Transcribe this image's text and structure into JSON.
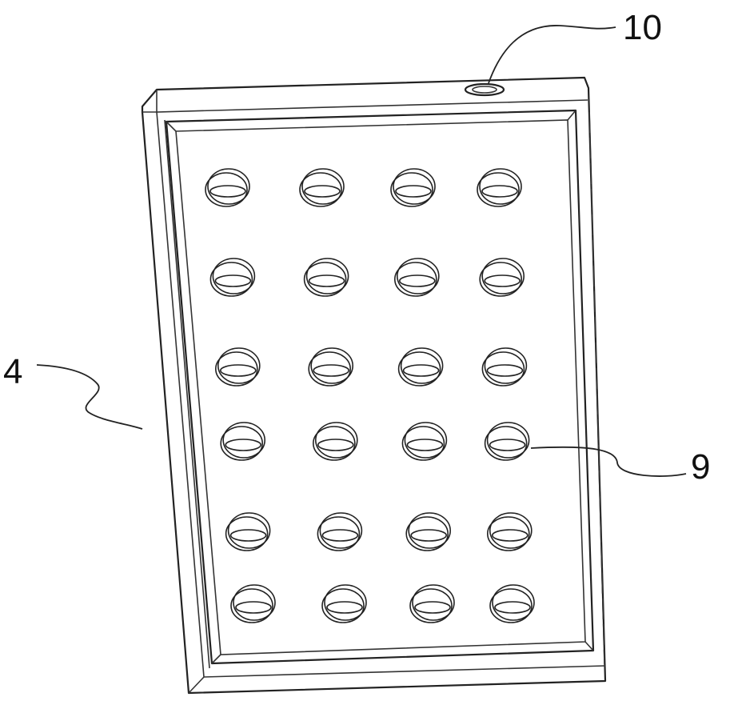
{
  "labels": {
    "frame_ref": "4",
    "port_ref": "10",
    "hole_ref": "9"
  },
  "grid": {
    "rows": 6,
    "cols": 4
  }
}
